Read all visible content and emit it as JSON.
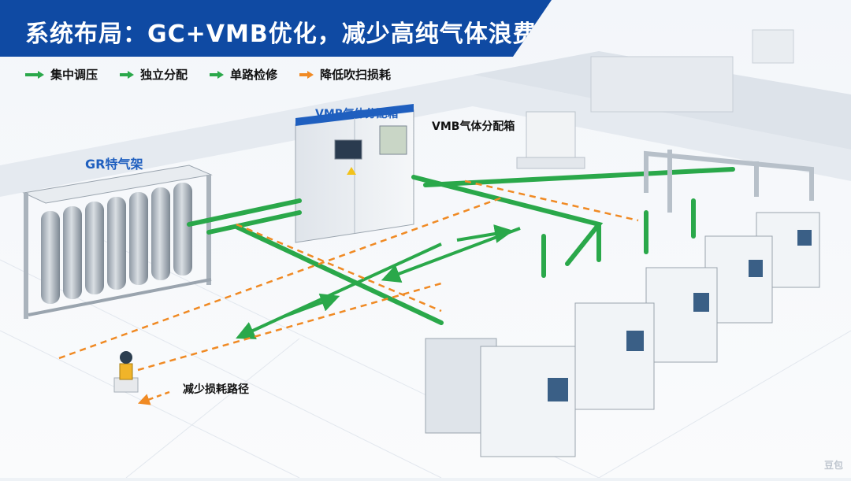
{
  "header": {
    "title": "系统布局：GC+VMB优化，减少高纯气体浪费"
  },
  "legend": {
    "items": [
      {
        "label": "集中调压",
        "color": "#2aa84a"
      },
      {
        "label": "独立分配",
        "color": "#2aa84a"
      },
      {
        "label": "单路检修",
        "color": "#2aa84a"
      },
      {
        "label": "降低吹扫损耗",
        "color": "#f08a24"
      }
    ]
  },
  "labels": {
    "gr_rack": "GR特气架",
    "vmb_panel": "VMB气体分配箱",
    "vmb_side": "VMB气体分配箱",
    "reduce_path": "减少损耗路径"
  },
  "watermark": "豆包",
  "colors": {
    "banner": "#0f4aa3",
    "green_pipe": "#2aa84a",
    "orange_dash": "#f08a24",
    "floor": "#f7f9fb"
  }
}
